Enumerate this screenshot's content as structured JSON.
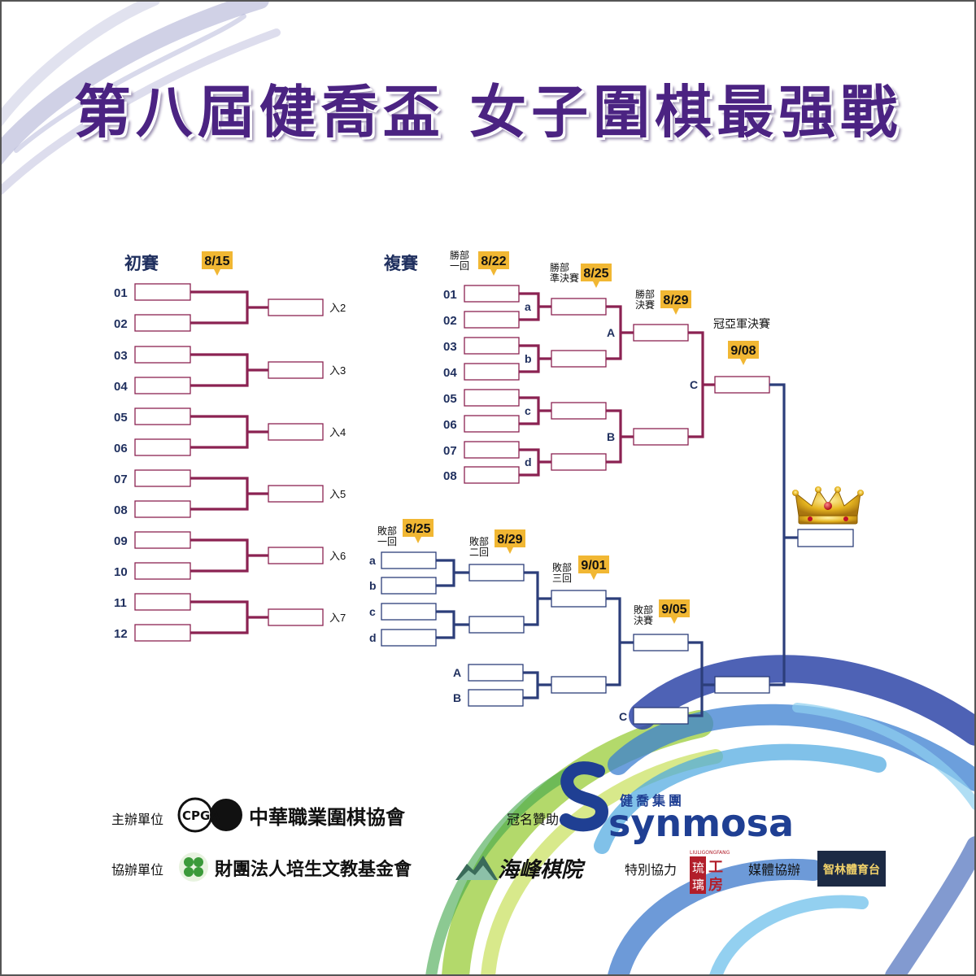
{
  "title": "第八屆健喬盃 女子圍棋最强戰",
  "prelim": {
    "label": "初賽",
    "date": "8/15",
    "seeds": [
      "01",
      "02",
      "03",
      "04",
      "05",
      "06",
      "07",
      "08",
      "09",
      "10",
      "11",
      "12"
    ],
    "advance": [
      "入2",
      "入3",
      "入4",
      "入5",
      "入6",
      "入7"
    ]
  },
  "main": {
    "label": "複賽",
    "seeds": [
      "01",
      "02",
      "03",
      "04",
      "05",
      "06",
      "07",
      "08"
    ],
    "winners_r1": {
      "label": [
        "勝部",
        "一回"
      ],
      "date": "8/22"
    },
    "winners_semi": {
      "label": [
        "勝部",
        "準決賽"
      ],
      "date": "8/25"
    },
    "winners_final": {
      "label": [
        "勝部",
        "決賽"
      ],
      "date": "8/29"
    },
    "grand_final": {
      "label": "冠亞軍決賽",
      "date": "9/08"
    },
    "winners_letters": [
      "a",
      "b",
      "c",
      "d",
      "A",
      "B",
      "C"
    ],
    "losers_r1": {
      "label": [
        "敗部",
        "一回"
      ],
      "date": "8/25"
    },
    "losers_r2": {
      "label": [
        "敗部",
        "二回"
      ],
      "date": "8/29"
    },
    "losers_r3": {
      "label": [
        "敗部",
        "三回"
      ],
      "date": "9/01"
    },
    "losers_final": {
      "label": [
        "敗部",
        "決賽"
      ],
      "date": "9/05"
    },
    "losers_letters": [
      "a",
      "b",
      "c",
      "d",
      "A",
      "B",
      "C"
    ]
  },
  "colors": {
    "title": "#4b2382",
    "winners_line": "#8b2252",
    "losers_line": "#2c3e7a",
    "date_tag": "#f1b733",
    "label": "#1f2f5e"
  },
  "sponsors": {
    "organizer_label": "主辦單位",
    "organizer_logo": "CPGA",
    "organizer_name": "中華職業圍棋協會",
    "title_sponsor_label": "冠名贊助",
    "title_sponsor_cn": "健喬集團",
    "title_sponsor_en": "synmosa",
    "co_organizer_label": "協辦單位",
    "co_organizer_name": "財團法人培生文教基金會",
    "co_organizer_2": "海峰棋院",
    "special_label": "特別協力",
    "special_logo_top": "LIULIGONGFANG",
    "special_logo_chars": [
      "琉",
      "璃",
      "工",
      "房"
    ],
    "media_label": "媒體協辦",
    "media_name": "智林體育台"
  }
}
